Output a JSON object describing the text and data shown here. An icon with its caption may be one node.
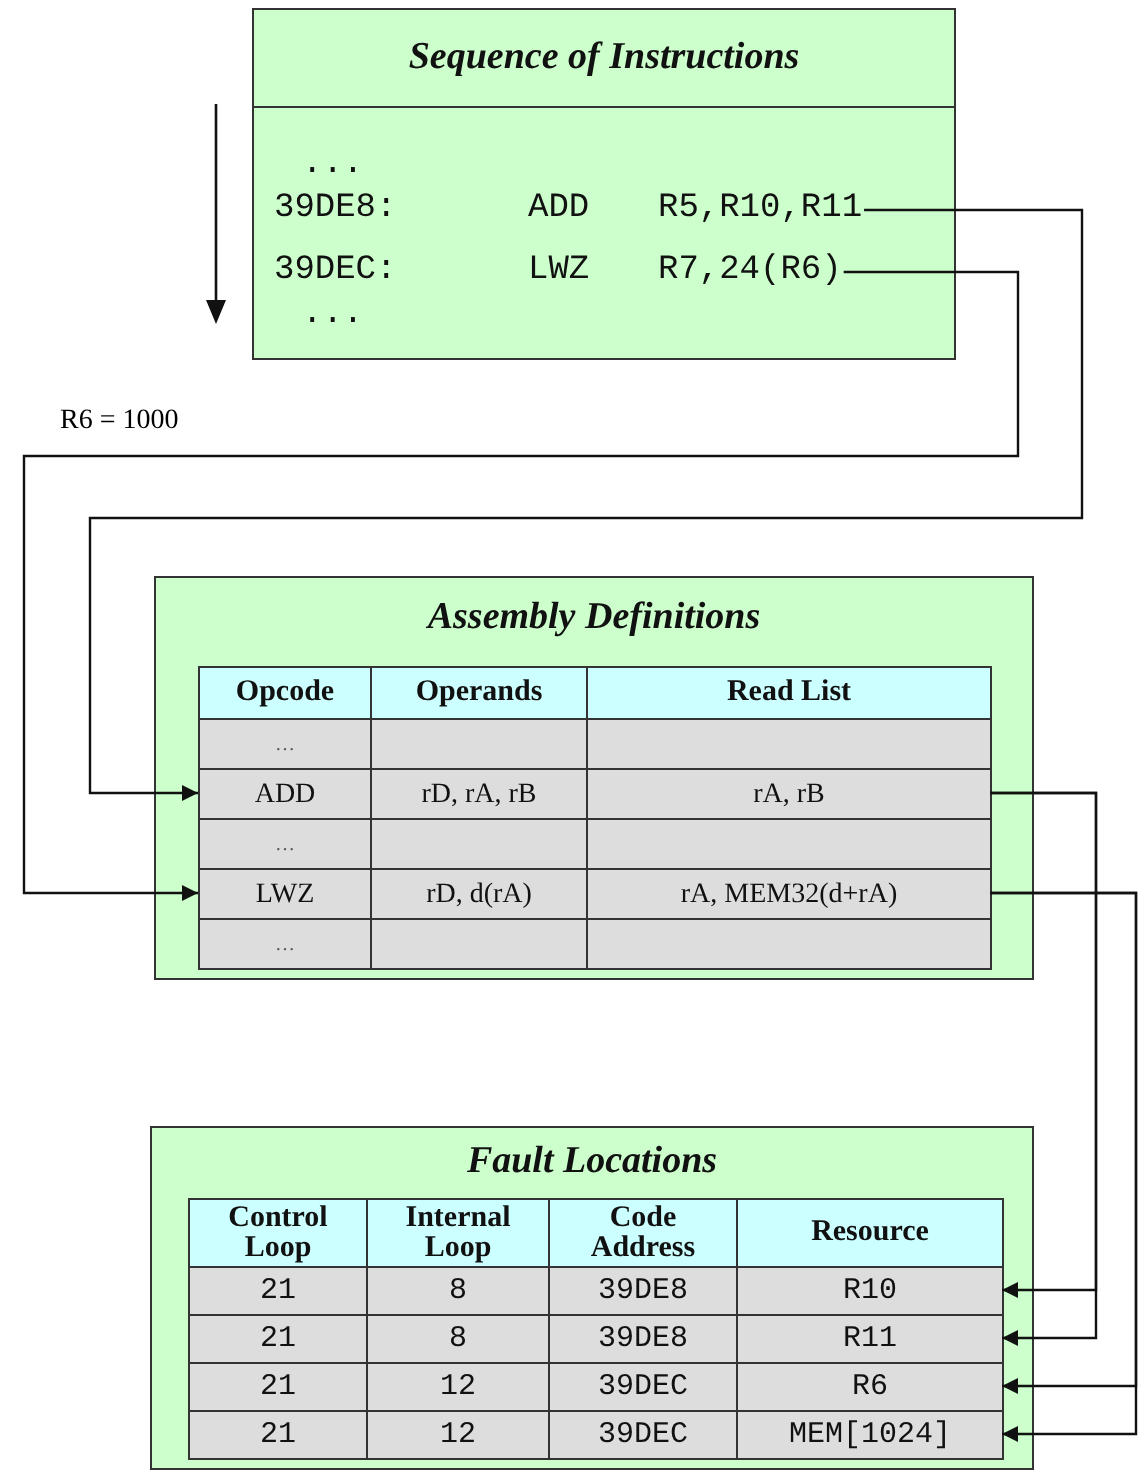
{
  "diagram": {
    "nodes": [
      {
        "text": [
          "Sequence of Instructions"
        ]
      },
      {
        "text": [
          "..."
        ],
        "in": 0
      },
      {
        "text": [
          "39DE8:",
          "ADD",
          "R5,R10,R11"
        ],
        "in": 0
      },
      {
        "text": [
          "39DEC:",
          "LWZ",
          "R7,24(R6)"
        ],
        "in": 0
      },
      {
        "text": [
          "..."
        ],
        "in": 0
      },
      {
        "text": [
          "Assembly Definitions"
        ]
      },
      {
        "text": [
          "Opcode",
          "Operands",
          "Read List"
        ],
        "in": 5
      },
      {
        "text": [
          "…"
        ],
        "in": 5
      },
      {
        "text": [
          "ADD",
          "rD, rA, rB",
          "rA, rB"
        ],
        "in": 5
      },
      {
        "text": [
          "…"
        ],
        "in": 5
      },
      {
        "text": [
          "LWZ",
          "rD, d(rA)",
          "rA, MEM32(d+rA)"
        ],
        "in": 5
      },
      {
        "text": [
          "…"
        ],
        "in": 5
      },
      {
        "text": [
          "Fault Locations"
        ]
      },
      {
        "text": [
          "Control Loop",
          "Internal Loop",
          "Code Address",
          "Resource"
        ],
        "in": 12
      },
      {
        "text": [
          "21",
          "8",
          "39DE8",
          "R10"
        ],
        "in": 12
      },
      {
        "text": [
          "21",
          "8",
          "39DE8",
          "R11"
        ],
        "in": 12
      },
      {
        "text": [
          "21",
          "12",
          "39DEC",
          "R6"
        ],
        "in": 12
      },
      {
        "text": [
          "21",
          "12",
          "39DEC",
          "MEM[1024]"
        ],
        "in": 12
      }
    ],
    "edges": [
      {
        "from": 2,
        "to": 8,
        "arrow": "to"
      },
      {
        "from": 3,
        "to": 10,
        "arrow": "to",
        "label": "R6 = 1000"
      },
      {
        "from": 8,
        "to": 14,
        "arrow": "to"
      },
      {
        "from": 8,
        "to": 15,
        "arrow": "to"
      },
      {
        "from": 10,
        "to": 16,
        "arrow": "to"
      },
      {
        "from": 10,
        "to": 17,
        "arrow": "to"
      }
    ]
  }
}
